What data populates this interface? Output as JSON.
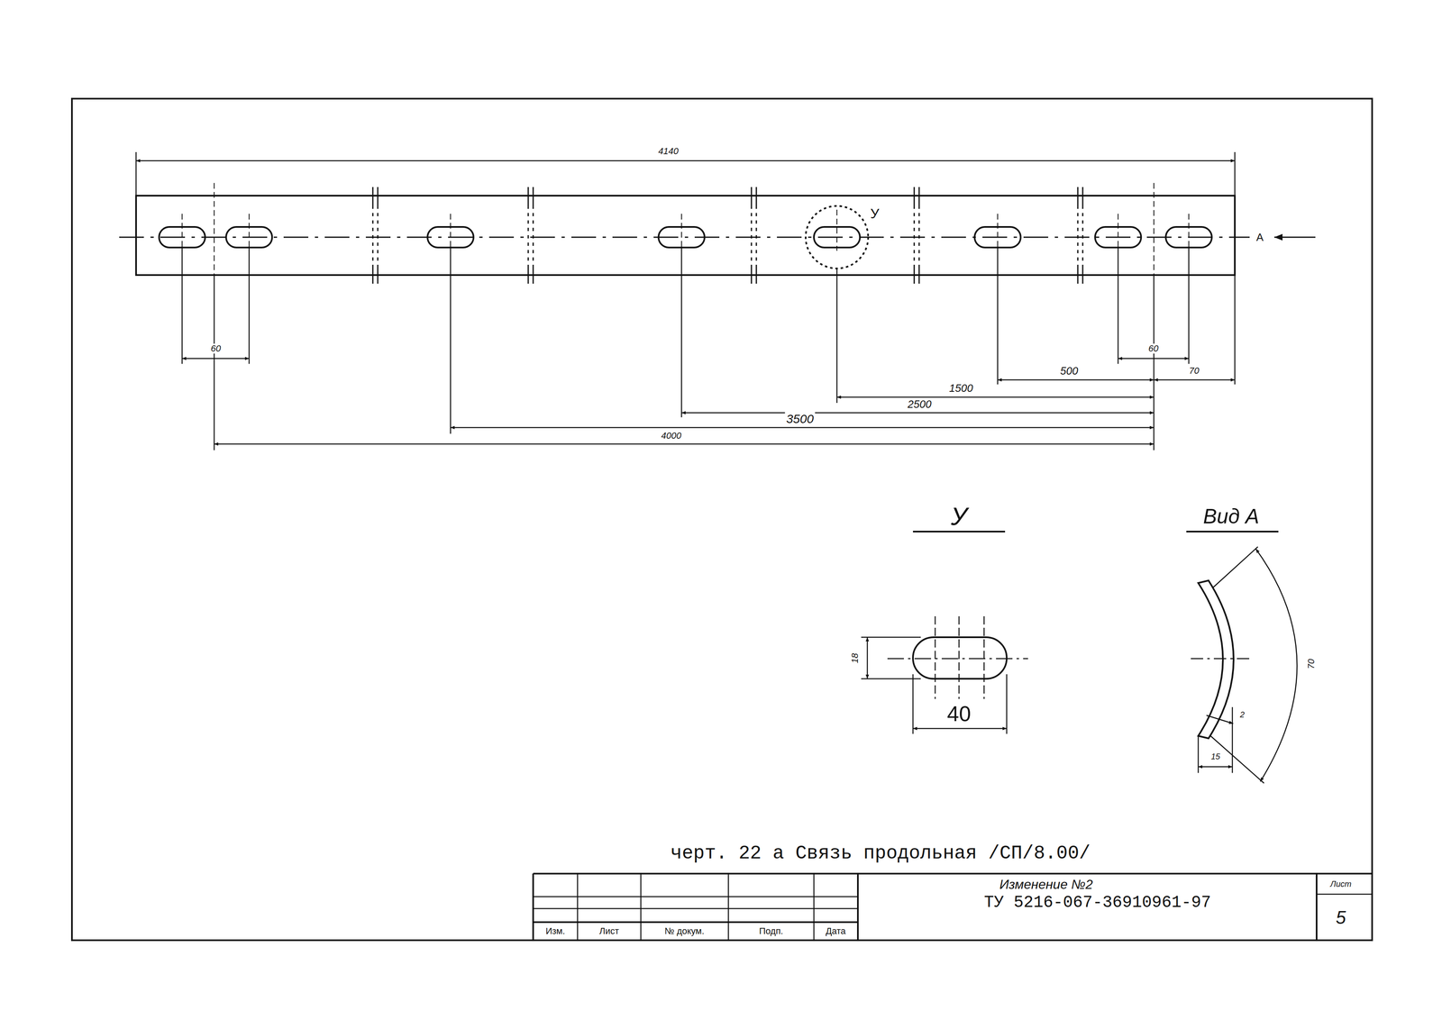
{
  "diagram": {
    "caption": "черт. 22 а Связь продольная /СП/8.00/",
    "labels": [
      "4140",
      "У",
      "А",
      "60",
      "60",
      "500",
      "70",
      "1500",
      "2500",
      "3500",
      "4000",
      "У",
      "Вид А",
      "18",
      "40",
      "70",
      "2",
      "15",
      "Изменение №2",
      "ТУ 5216-067-36910961-97",
      "Изм.",
      "Лист",
      "№ докум.",
      "Подп.",
      "Дата",
      "Лист",
      "5"
    ]
  }
}
